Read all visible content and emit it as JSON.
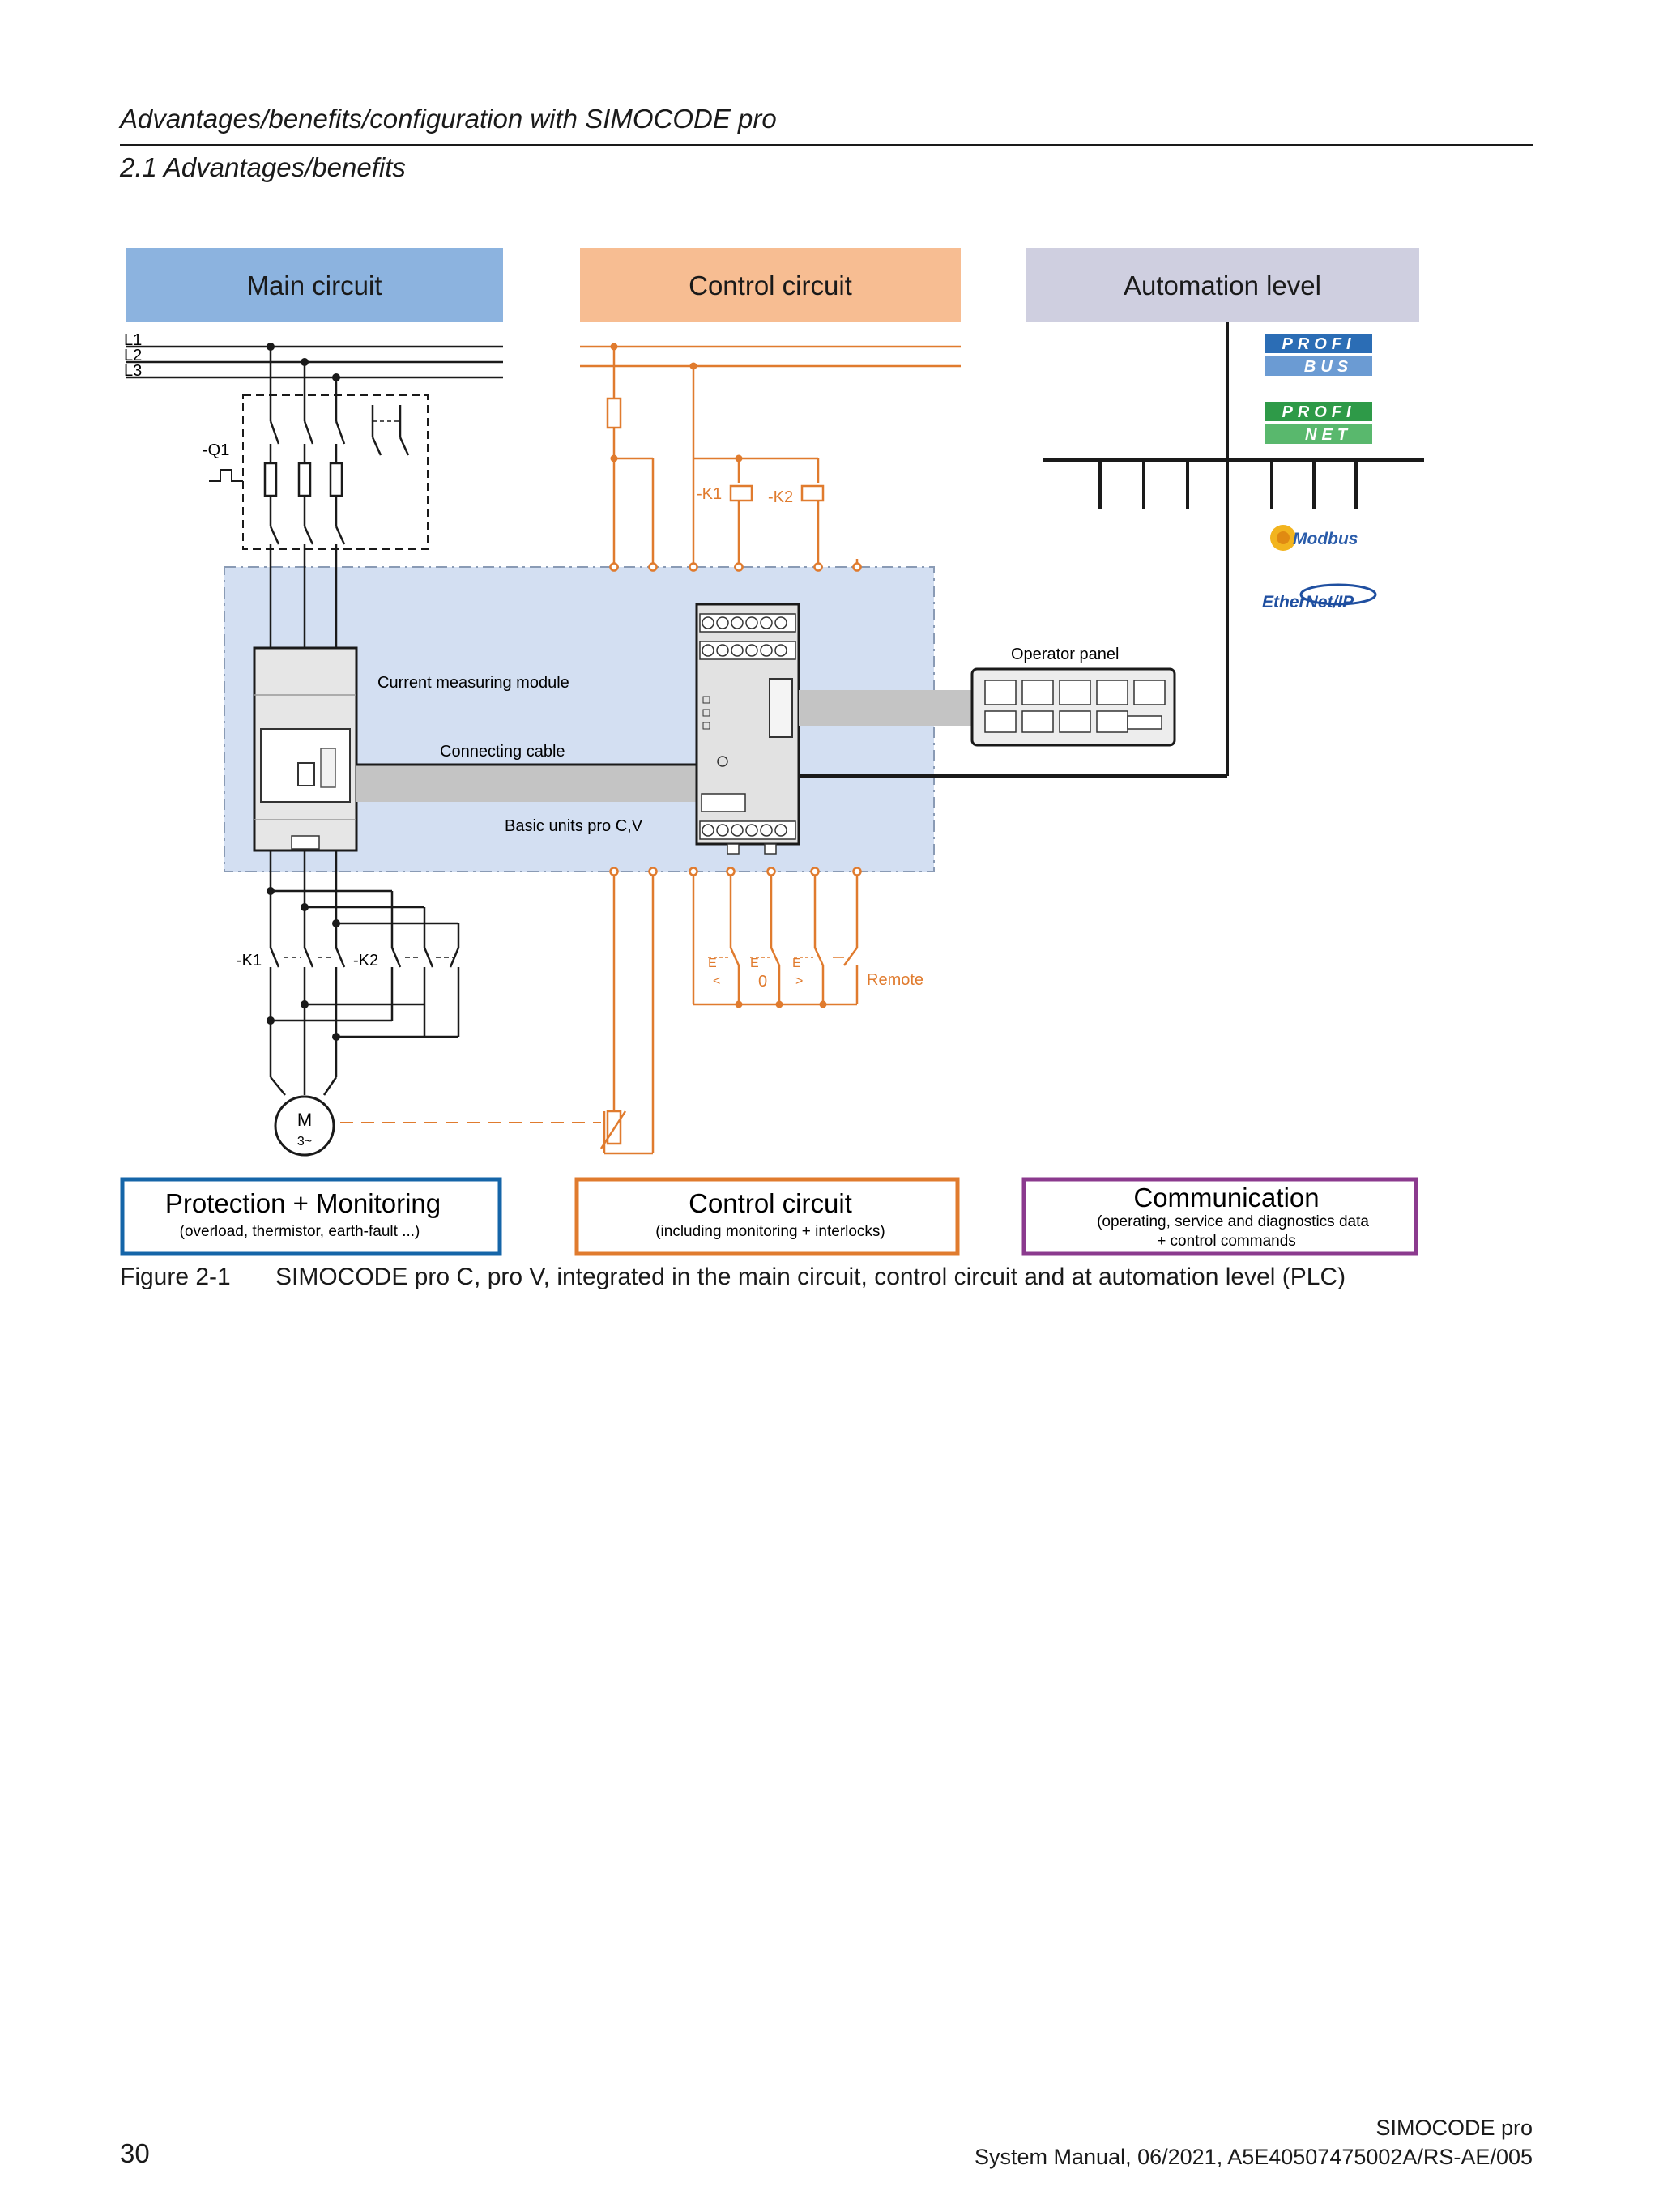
{
  "header": {
    "section_title": "Advantages/benefits/configuration with SIMOCODE pro",
    "subsection": "2.1 Advantages/benefits"
  },
  "figure": {
    "top_headers": {
      "main_circuit": "Main circuit",
      "control_circuit": "Control circuit",
      "automation_level": "Automation level"
    },
    "lines": {
      "l1": "L1",
      "l2": "L2",
      "l3": "L3"
    },
    "labels": {
      "q1": "-Q1",
      "k1_coil": "-K1",
      "k2_coil": "-K2",
      "current_measuring_module": "Current measuring module",
      "connecting_cable": "Connecting cable",
      "basic_units": "Basic units pro C,V",
      "operator_panel": "Operator panel",
      "k1_contacts": "-K1",
      "k2_contacts": "-K2",
      "remote": "Remote",
      "sw_left": "<",
      "sw_zero": "0",
      "sw_right": ">",
      "sw_e1": "E",
      "sw_e2": "E",
      "sw_e3": "E",
      "motor_m": "M",
      "motor_phase": "3~"
    },
    "logos": {
      "profibus_top": "PROFI",
      "profibus_bottom": "BUS",
      "profinet_top": "PROFI",
      "profinet_bottom": "NET",
      "modbus": "Modbus",
      "ethernetip": "EtherNet/IP"
    },
    "bottom_boxes": {
      "protection_title": "Protection + Monitoring",
      "protection_sub": "(overload, thermistor, earth-fault ...)",
      "control_title": "Control circuit",
      "control_sub": "(including monitoring + interlocks)",
      "comm_title": "Communication",
      "comm_sub_1": "(operating, service and diagnostics data",
      "comm_sub_2": "+ control commands"
    },
    "colors": {
      "main_header": "#8cb3df",
      "control_header": "#f7bd92",
      "automation_header": "#cfcfe0",
      "control_lines": "#e07b2e",
      "unit_area": "#d3dff2",
      "protection_border": "#1565a8",
      "control_border": "#e07b2e",
      "comm_border": "#8b3a8e"
    }
  },
  "caption": {
    "number": "Figure 2-1",
    "text": "SIMOCODE pro C, pro V, integrated in the main circuit, control circuit and at automation level (PLC)"
  },
  "footer": {
    "page_number": "30",
    "doc_title": "SIMOCODE pro",
    "doc_ref": "System Manual, 06/2021, A5E40507475002A/RS-AE/005"
  }
}
